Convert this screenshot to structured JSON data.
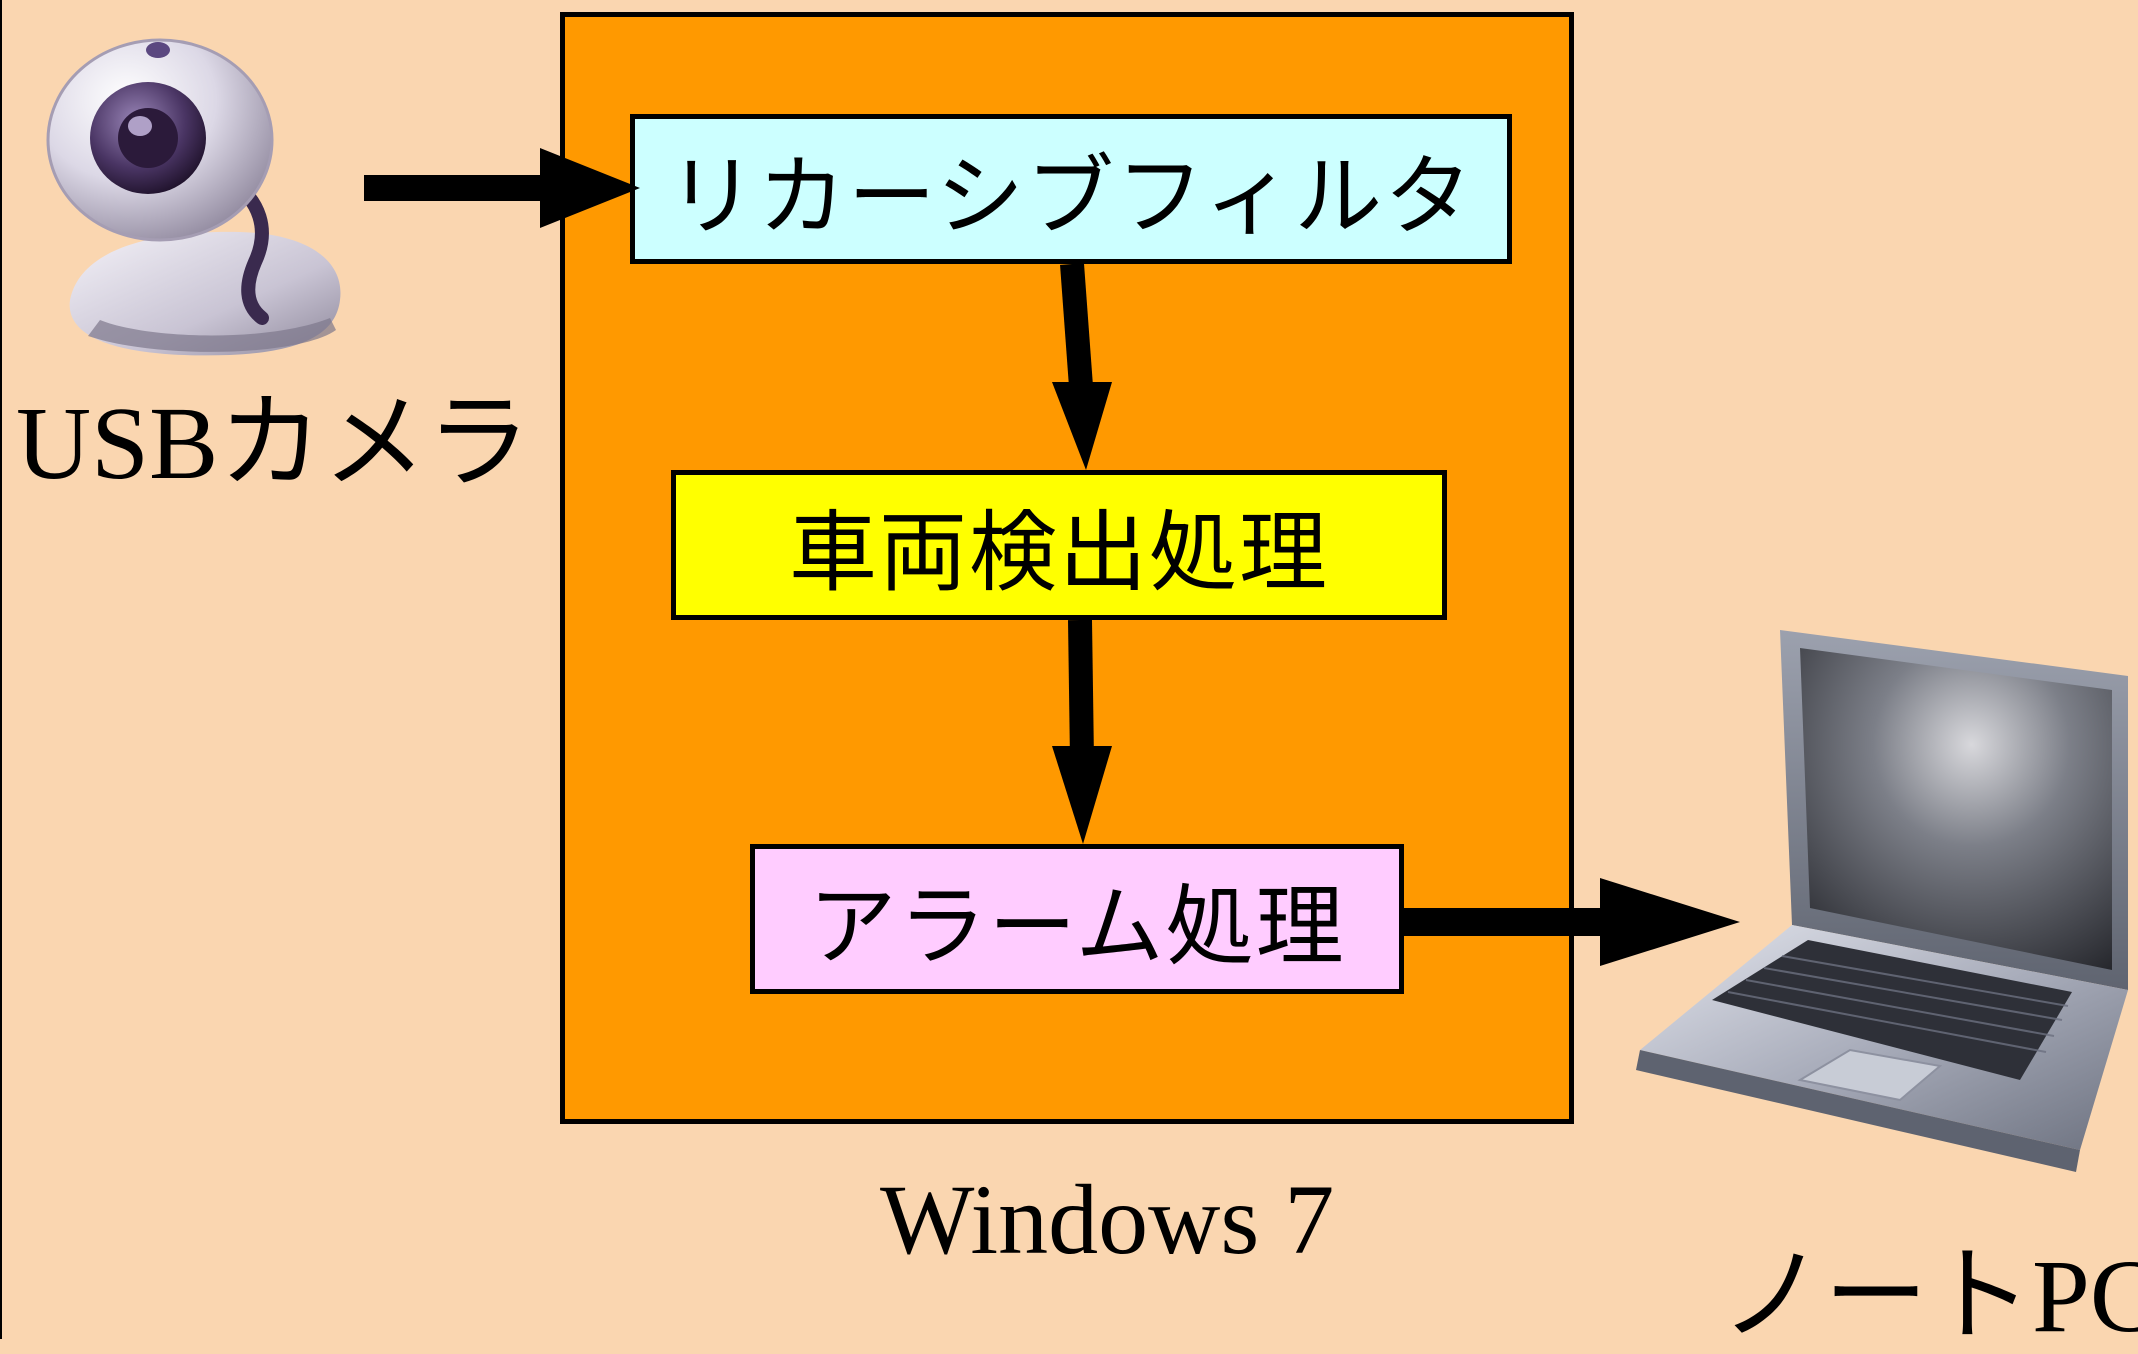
{
  "diagram": {
    "external": {
      "camera_label": "USBカメラ",
      "os_label": "Windows 7",
      "pc_label": "ノートPC"
    },
    "steps": [
      {
        "label": "リカーシブフィルタ",
        "color": "#ccffff"
      },
      {
        "label": "車両検出処理",
        "color": "#ffff00"
      },
      {
        "label": "アラーム処理",
        "color": "#ffccff"
      }
    ],
    "os_box_color": "#ff9900",
    "background_color": "#fad6b0",
    "icons": [
      "webcam-icon",
      "laptop-icon"
    ]
  }
}
